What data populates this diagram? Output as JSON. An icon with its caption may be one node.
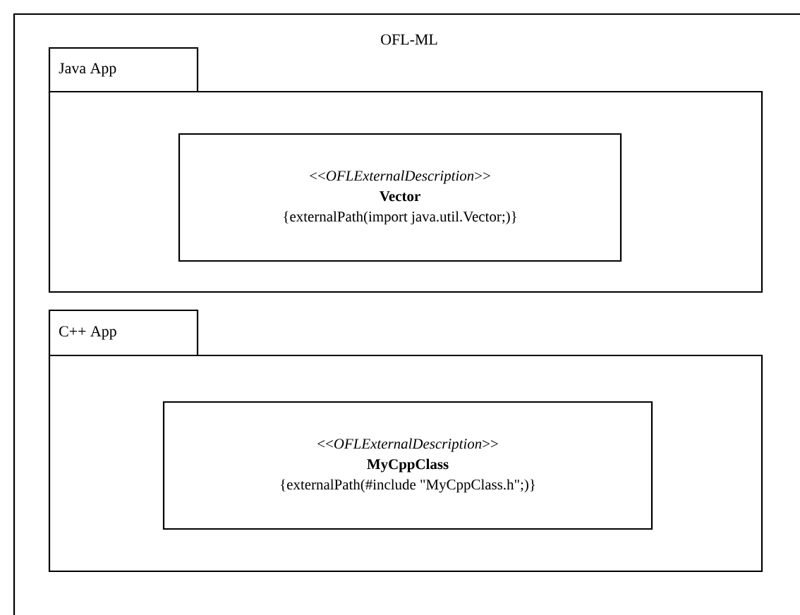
{
  "diagram": {
    "nodes": [
      {
        "text": [
          "OFL-ML"
        ]
      },
      {
        "text": [
          "Java App"
        ],
        "in": 0
      },
      {
        "text": [
          "<<*OFLExternalDescription*>>",
          "Vector",
          "{externalPath(import java.util.Vector;)}"
        ],
        "in": 1
      },
      {
        "text": [
          "C++ App"
        ],
        "in": 0
      },
      {
        "text": [
          "<<*OFLExternalDescription*>>",
          "MyCppClass",
          "{externalPath(#include \"MyCppClass.h\";)}"
        ],
        "in": 3
      }
    ]
  }
}
